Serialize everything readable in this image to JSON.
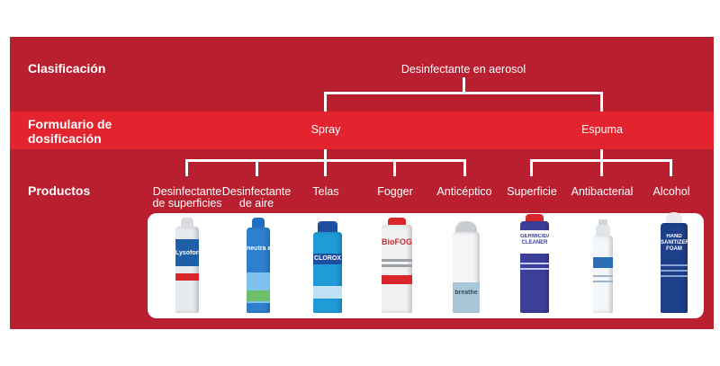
{
  "rows": {
    "classification": "Clasificación",
    "dosage": "Formulario de\ndosificación",
    "products": "Productos"
  },
  "tree": {
    "root": "Desinfectante en aerosol",
    "forms": {
      "spray": "Spray",
      "foam": "Espuma"
    },
    "products": [
      {
        "key": "surfaces",
        "label": "Desinfectante\nde superficies"
      },
      {
        "key": "air",
        "label": "Desinfectante\nde aire"
      },
      {
        "key": "fabrics",
        "label": "Telas"
      },
      {
        "key": "fogger",
        "label": "Fogger"
      },
      {
        "key": "antiseptic",
        "label": "Anticéptico"
      },
      {
        "key": "surface",
        "label": "Superficie"
      },
      {
        "key": "antibacterial",
        "label": "Antibacterial"
      },
      {
        "key": "alcohol",
        "label": "Alcohol"
      }
    ]
  },
  "cans": [
    {
      "name": "lysoform-can",
      "brand": "Lysoform",
      "body": "#e6e9ee",
      "accent": "#1f5fa8",
      "cap": "#d9dde3"
    },
    {
      "name": "lysol-neutra-air-can",
      "brand": "neutra air",
      "body": "#2f7fd0",
      "accent": "#7fc1ee",
      "cap": "#1c6fc2"
    },
    {
      "name": "clorox-can",
      "brand": "CLOROX",
      "body": "#1f9bd8",
      "accent": "#1d4ea0",
      "cap": "#1d4ea0"
    },
    {
      "name": "biofog-can",
      "brand": "BioFOG",
      "body": "#f1f1f1",
      "accent": "#d8262c",
      "cap": "#d8262c"
    },
    {
      "name": "breathe-sanitizer-can",
      "brand": "breathe",
      "body": "#f4f5f6",
      "accent": "#a8c6d8",
      "cap": "#c9cdd2"
    },
    {
      "name": "germicidal-cleaner-can",
      "brand": "GERMICIDAL CLEANER",
      "body": "#3b3f9a",
      "accent": "#ffffff",
      "cap": "#d8262c"
    },
    {
      "name": "antibacterial-foam-bottle",
      "brand": "",
      "body": "#f4f7f9",
      "accent": "#2a6fb3",
      "cap": "#dfe4e8"
    },
    {
      "name": "hand-sanitizer-foam-can",
      "brand": "HAND SANITIZER FOAM",
      "body": "#1e3f8a",
      "accent": "#ffffff",
      "cap": "#e8eaee"
    }
  ]
}
